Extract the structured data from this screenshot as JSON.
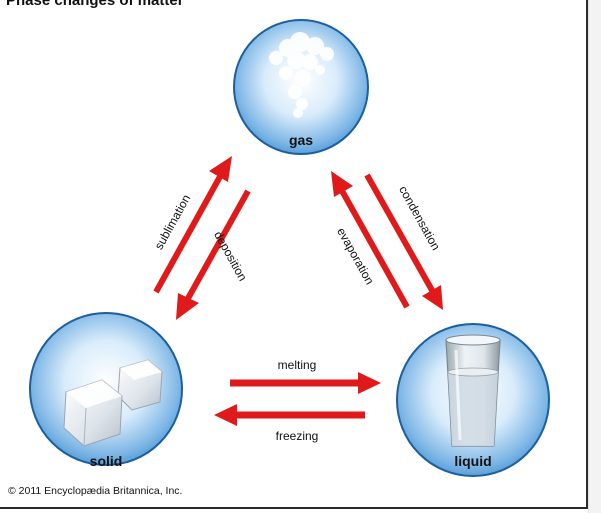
{
  "title": "Phase changes of matter",
  "states": {
    "gas": "gas",
    "solid": "solid",
    "liquid": "liquid"
  },
  "processes": {
    "sublimation": "sublimation",
    "deposition": "deposition",
    "evaporation": "evaporation",
    "condensation": "condensation",
    "melting": "melting",
    "freezing": "freezing"
  },
  "copyright": "© 2011 Encyclopædia Britannica, Inc.",
  "colors": {
    "arrow": "#e01a1a",
    "circle_stroke": "#1d5f9e",
    "circle_fill_center": "#ffffff",
    "circle_fill_edge": "#3f8fd2"
  }
}
